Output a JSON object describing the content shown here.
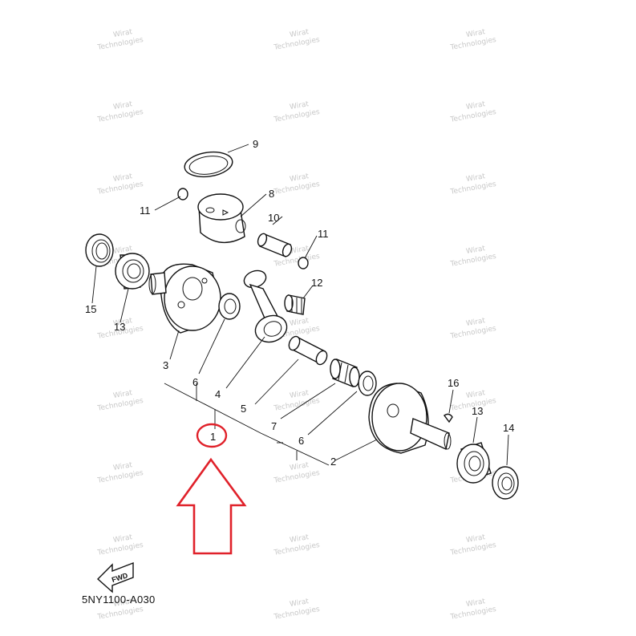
{
  "diagram_code": "5NY1100-A030",
  "fwd_label": "FWD",
  "watermark": [
    "Wirat",
    "Technologies"
  ],
  "callouts": {
    "c1": "1",
    "c2": "2",
    "c3": "3",
    "c4": "4",
    "c5": "5",
    "c6a": "6",
    "c6b": "6",
    "c7": "7",
    "c8": "8",
    "c9": "9",
    "c10": "10",
    "c11a": "11",
    "c11b": "11",
    "c12": "12",
    "c13a": "13",
    "c13b": "13",
    "c14": "14",
    "c15": "15",
    "c16": "16"
  },
  "highlight_color": "#e0212a",
  "line_color": "#111111"
}
